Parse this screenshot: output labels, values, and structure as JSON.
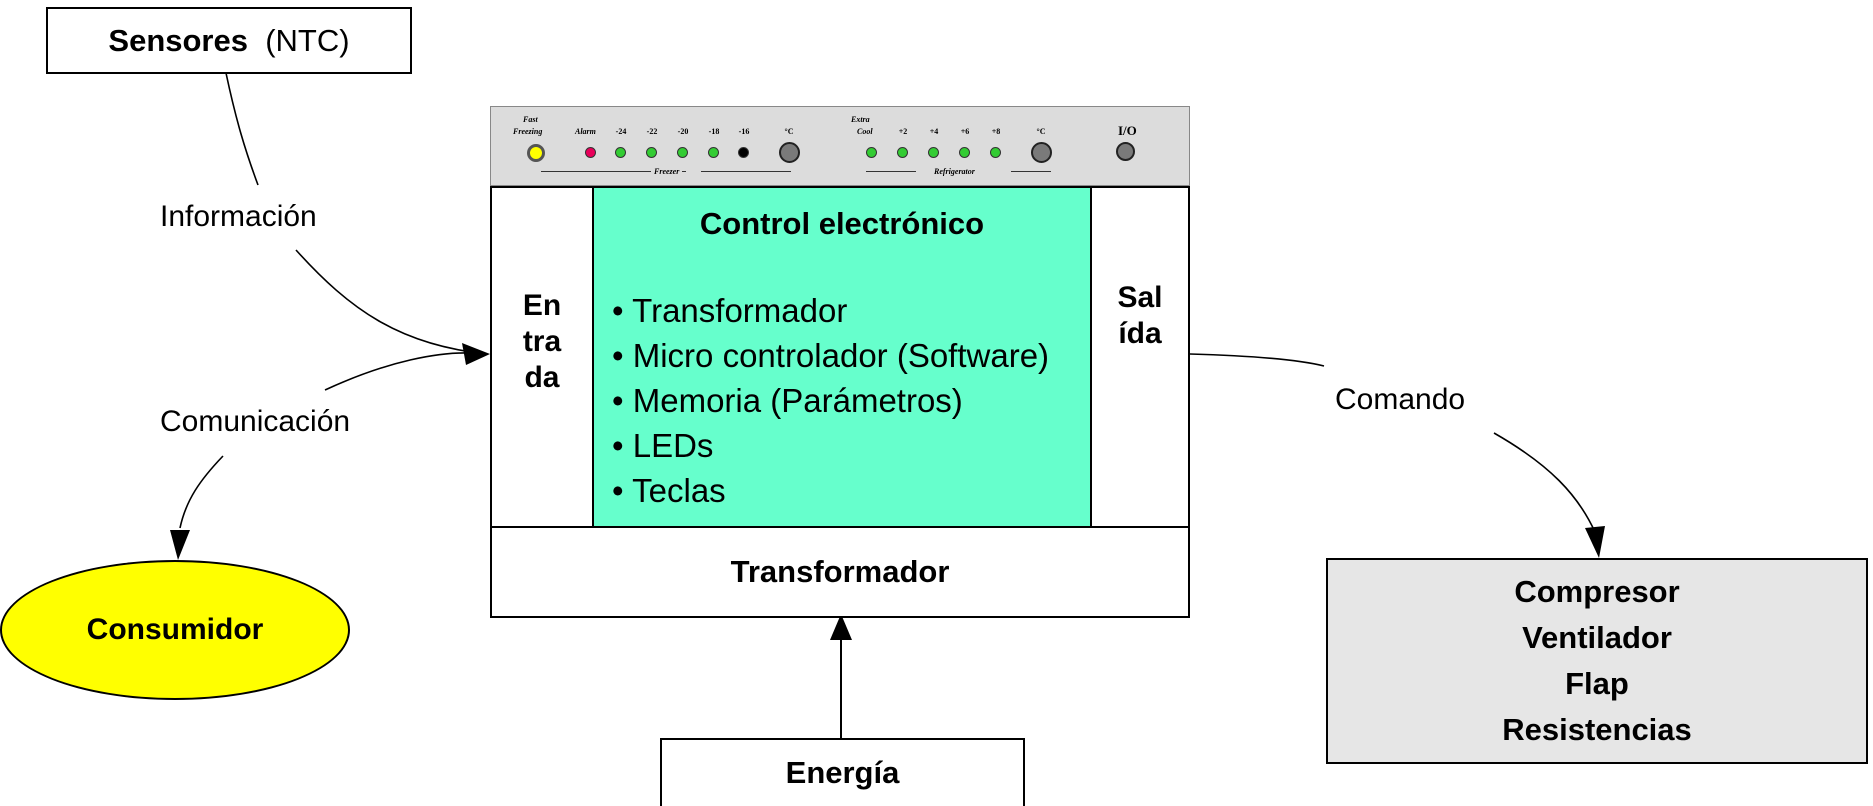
{
  "sensores": {
    "bold": "Sensores",
    "rest": "(NTC)"
  },
  "labels": {
    "informacion": "Información",
    "comunicacion": "Comunicación",
    "comando": "Comando"
  },
  "consumidor": "Consumidor",
  "entrada": [
    "En",
    "tra",
    "da"
  ],
  "salida": [
    "Sal",
    "ída"
  ],
  "control": {
    "title": "Control electrónico",
    "items": [
      "Transformador",
      "Micro controlador (Software)",
      "Memoria (Parámetros)",
      "LEDs",
      "Teclas"
    ]
  },
  "transformador": "Transformador",
  "energia": "Energía",
  "actuadores": [
    "Compresor",
    "Ventilador",
    "Flap",
    "Resistencias"
  ],
  "panel": {
    "fast": "Fast",
    "freezing": "Freezing",
    "alarm": "Alarm",
    "freezer_temps": [
      "-24",
      "-22",
      "-20",
      "-18",
      "-16"
    ],
    "unit": "°C",
    "extra": "Extra",
    "cool": "Cool",
    "fridge_temps": [
      "+2",
      "+4",
      "+6",
      "+8"
    ],
    "freezer": "Freezer",
    "refrigerator": "Refrigerator",
    "power": "I/O"
  },
  "colors": {
    "control_bg": "#66ffcc",
    "consumidor_bg": "#ffff00",
    "actuadores_bg": "#e6e6e6",
    "led_green": "#33cc33",
    "led_alarm": "#e8005a",
    "led_active": "#000000",
    "fast_led": "#ffff00"
  }
}
